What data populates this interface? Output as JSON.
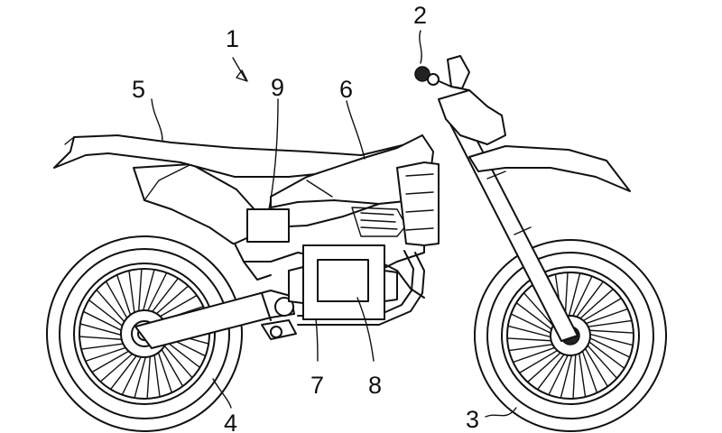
{
  "figure": {
    "reference_numerals": {
      "motorcycle": "1",
      "handlebar": "2",
      "front_wheel": "3",
      "rear_wheel": "4",
      "seat": "5",
      "tank": "6",
      "housing": "7",
      "inner_module": "8",
      "control_unit": "9"
    }
  },
  "colors": {
    "line": "#111111",
    "background": "#ffffff"
  }
}
